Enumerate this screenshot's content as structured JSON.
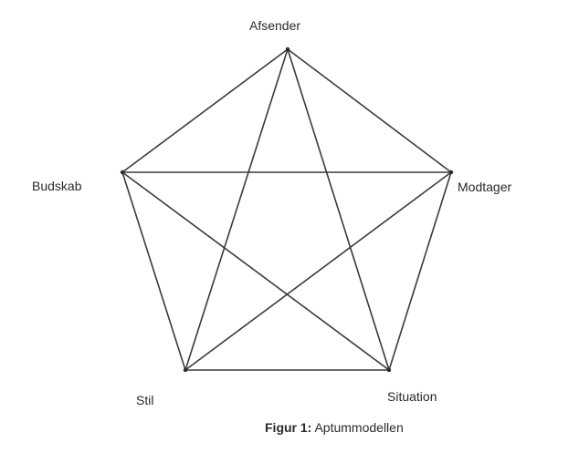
{
  "diagram": {
    "nodes": [
      {
        "id": "afsender",
        "label": "Afsender"
      },
      {
        "id": "budskab",
        "label": "Budskab"
      },
      {
        "id": "modtager",
        "label": "Modtager"
      },
      {
        "id": "stil",
        "label": "Stil"
      },
      {
        "id": "situation",
        "label": "Situation"
      }
    ],
    "edges": [
      [
        "afsender",
        "budskab"
      ],
      [
        "afsender",
        "modtager"
      ],
      [
        "afsender",
        "stil"
      ],
      [
        "afsender",
        "situation"
      ],
      [
        "budskab",
        "modtager"
      ],
      [
        "budskab",
        "stil"
      ],
      [
        "budskab",
        "situation"
      ],
      [
        "modtager",
        "stil"
      ],
      [
        "modtager",
        "situation"
      ],
      [
        "stil",
        "situation"
      ]
    ]
  },
  "caption": {
    "prefix": "Figur 1:",
    "text": "Aptummodellen"
  }
}
